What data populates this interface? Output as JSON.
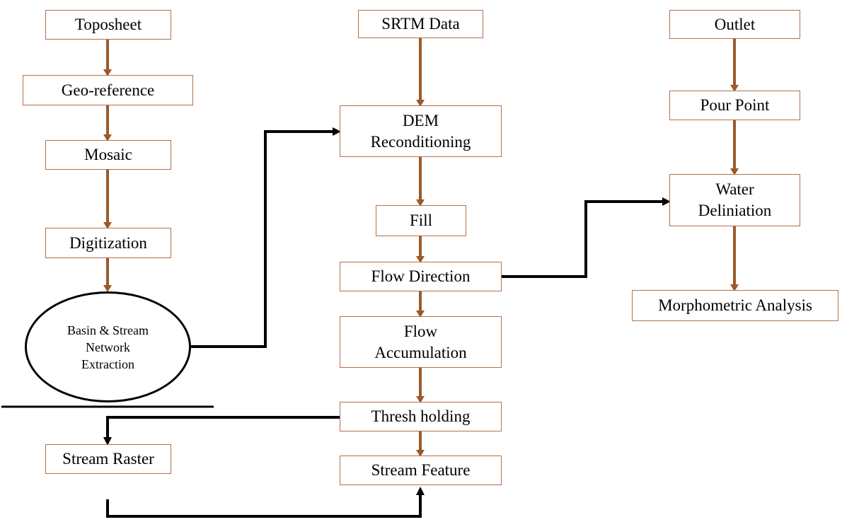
{
  "nodes": {
    "toposheet": "Toposheet",
    "geo_reference": "Geo-reference",
    "mosaic": "Mosaic",
    "digitization": "Digitization",
    "basin_line1": "Basin & Stream",
    "basin_line2": "Network",
    "basin_line3": "Extraction",
    "stream_raster": "Stream Raster",
    "srtm_data": "SRTM Data",
    "dem_line1": "DEM",
    "dem_line2": "Reconditioning",
    "fill": "Fill",
    "flow_direction": "Flow Direction",
    "flow_acc_line1": "Flow",
    "flow_acc_line2": "Accumulation",
    "thresh_holding": "Thresh holding",
    "stream_feature": "Stream Feature",
    "outlet": "Outlet",
    "pour_point": "Pour Point",
    "water_line1": "Water",
    "water_line2": "Deliniation",
    "morphometric_analysis": "Morphometric Analysis"
  },
  "colors": {
    "box_border": "#b4704a",
    "flow_arrow": "#9a5a2c",
    "link_arrow": "#000000"
  }
}
